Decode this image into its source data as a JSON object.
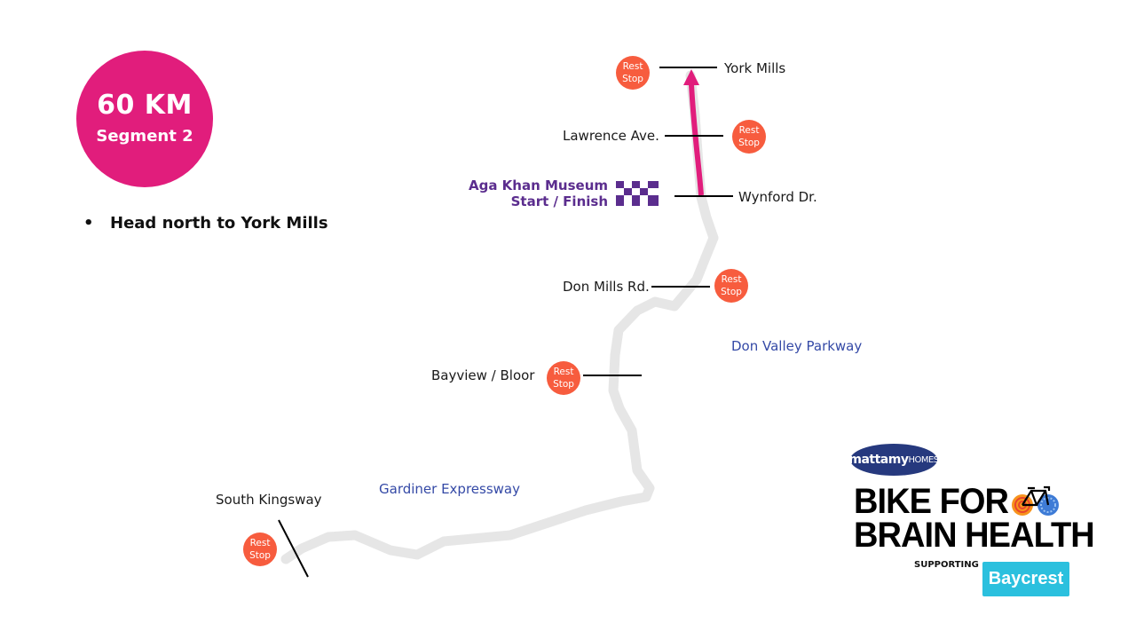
{
  "badge": {
    "distance": "60 KM",
    "segment": "Segment 2"
  },
  "instructions": [
    {
      "bullet": "•",
      "text": "Head north to York Mills"
    }
  ],
  "start": {
    "line1": "Aga Khan Museum",
    "line2": "Start / Finish",
    "icon": "checkered-flag-icon"
  },
  "streets": {
    "york_mills": "York Mills",
    "lawrence": "Lawrence Ave.",
    "wynford": "Wynford Dr.",
    "don_mills": "Don Mills Rd.",
    "bayview": "Bayview / Bloor",
    "south_kingsway": "South Kingsway"
  },
  "roads": {
    "dvp": "Don Valley Parkway",
    "gardiner": "Gardiner Expressway"
  },
  "rest_stop": {
    "line1": "Rest",
    "line2": "Stop"
  },
  "colors": {
    "accent": "#E11D7C",
    "rest_stop": "#F75C3E",
    "start": "#5B2D8E",
    "road_label": "#3449A6",
    "route": "#E6E6E6",
    "baycrest": "#2BC0DE",
    "mattamy": "#26397E"
  },
  "branding": {
    "sponsor_main": "mattamy",
    "sponsor_sub": "HOMES",
    "event_line1": "BIKE FOR",
    "event_line2": "BRAIN HEALTH",
    "supporting": "SUPPORTING",
    "beneficiary": "Baycrest"
  }
}
